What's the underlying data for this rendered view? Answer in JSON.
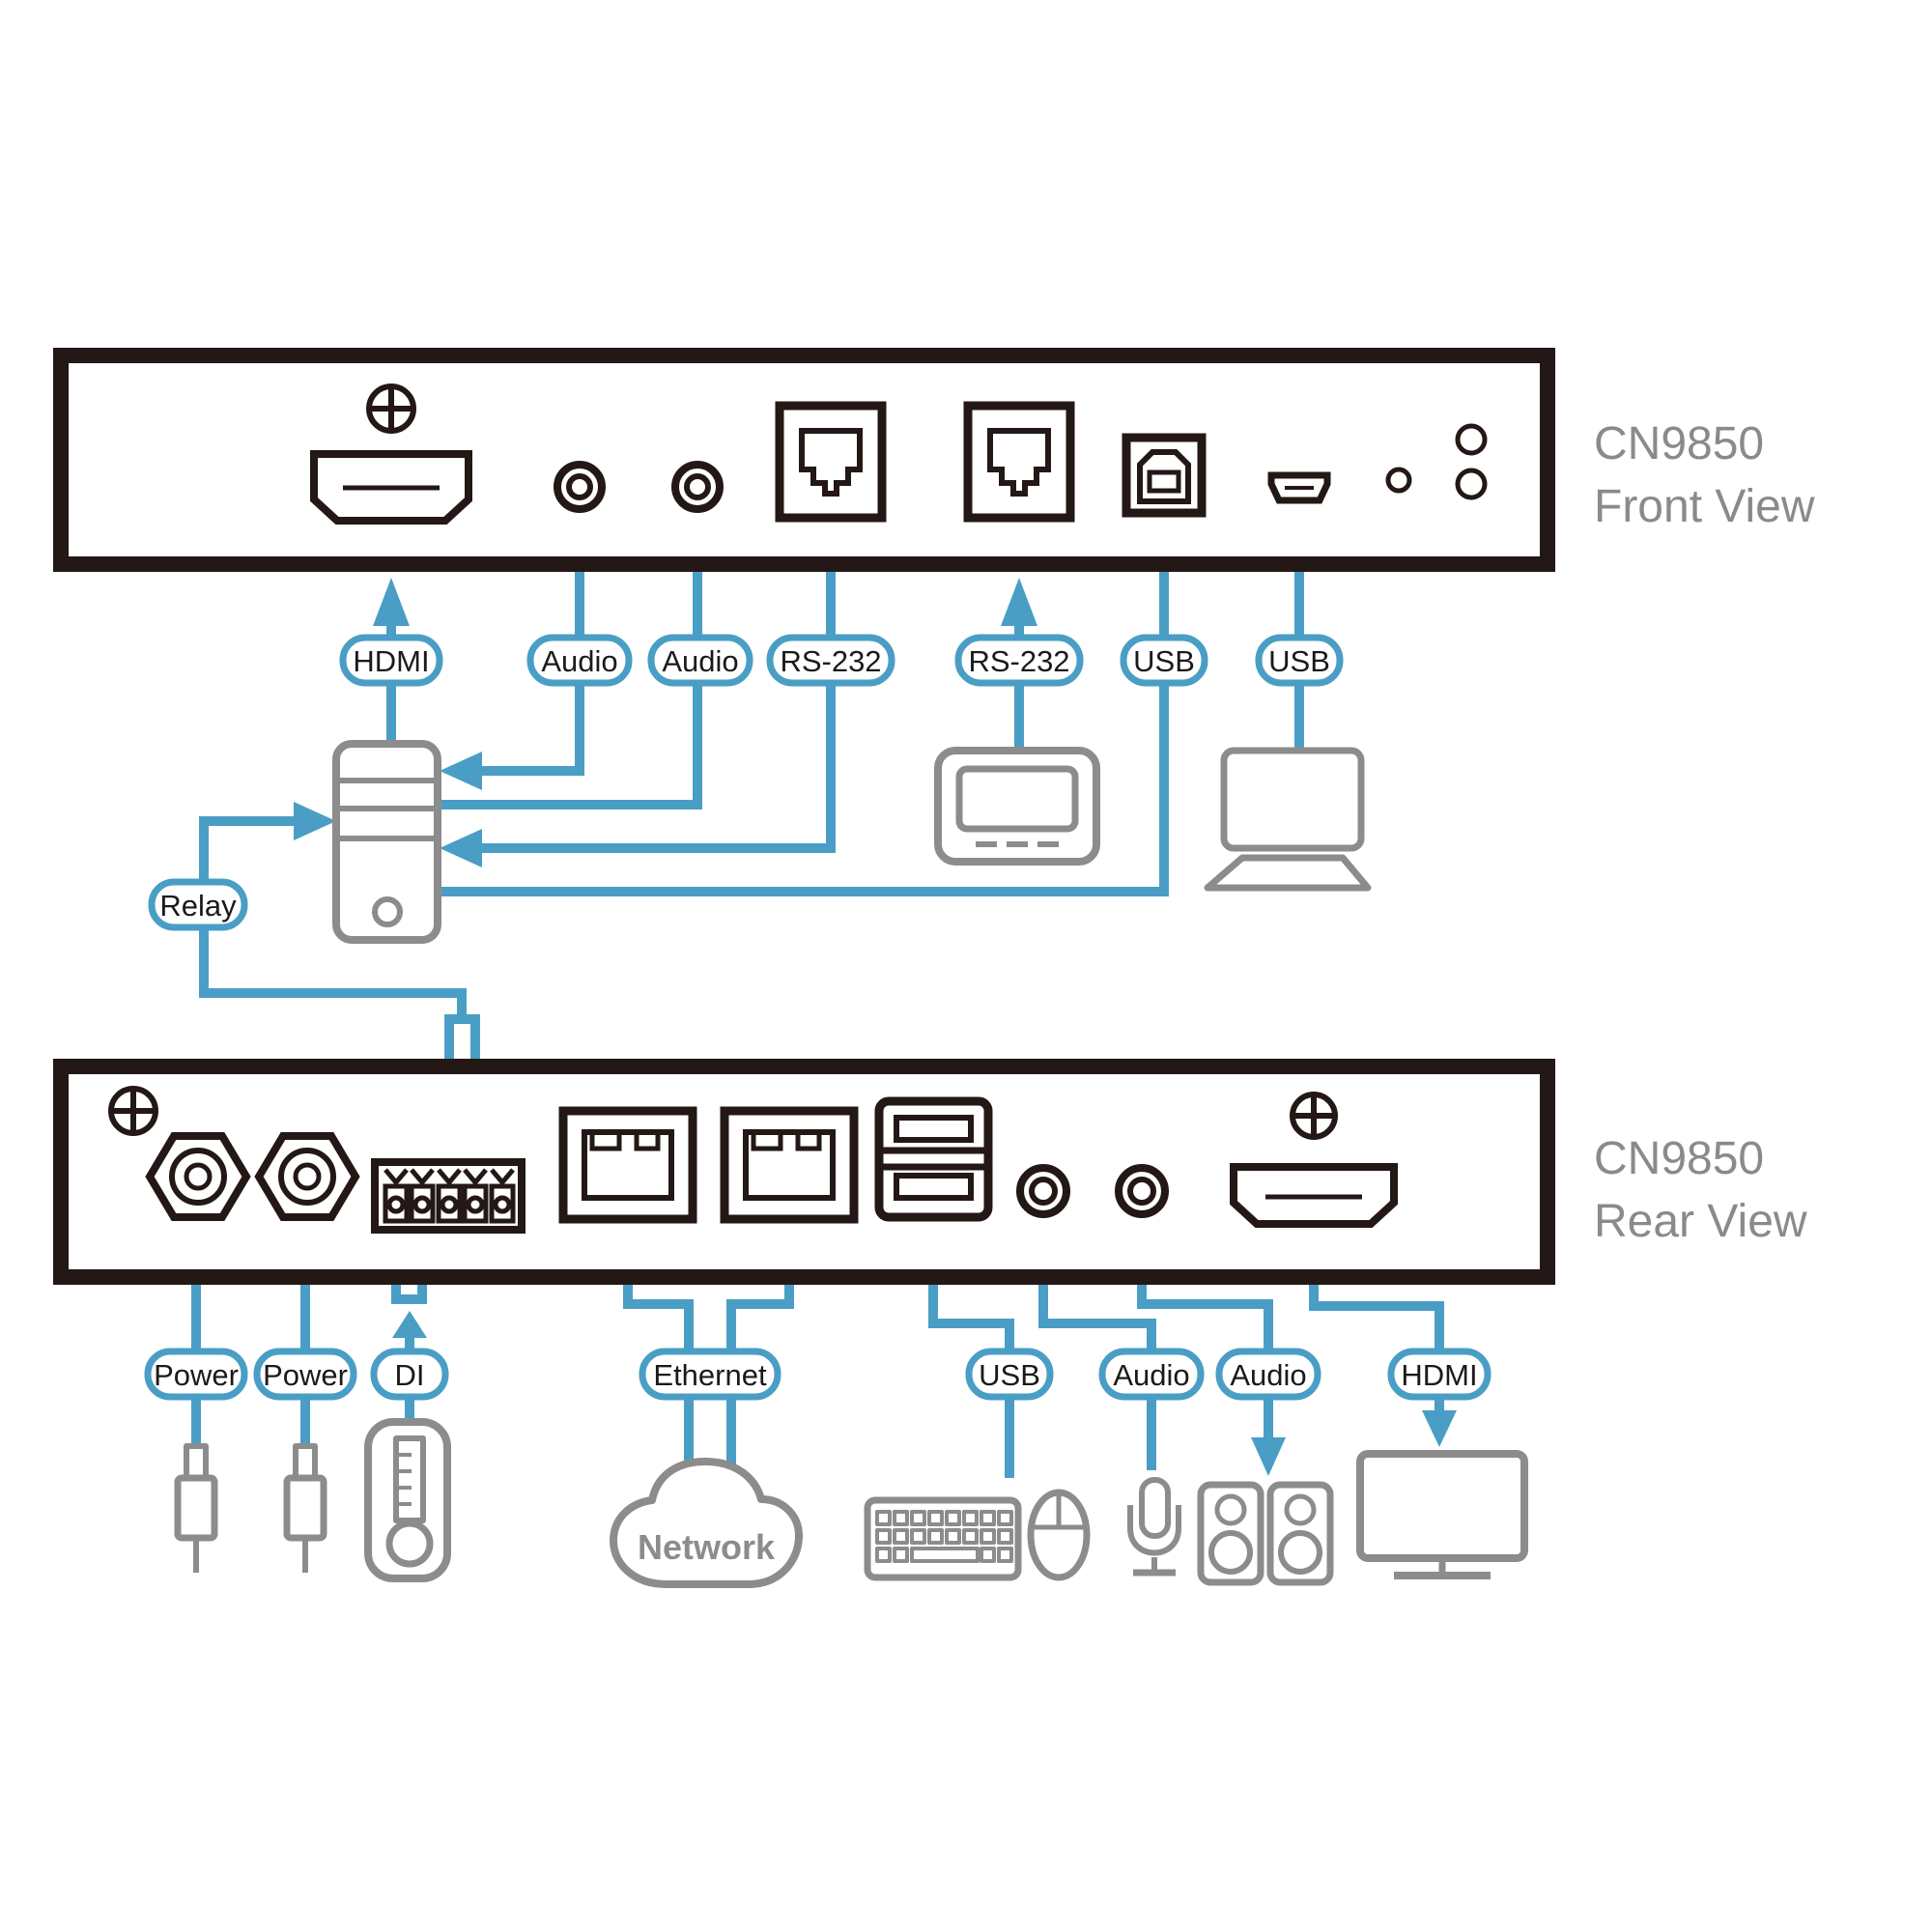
{
  "page": {
    "background": "#ffffff",
    "description_text": ""
  },
  "colors": {
    "accent": "#4A9EC5",
    "outline": "#231815",
    "device-gray": "#8C8C8C",
    "text-gray": "#8A8A8A"
  },
  "front": {
    "title_line1": "CN9850",
    "title_line2": "Front View",
    "labels": [
      "HDMI",
      "Audio",
      "Audio",
      "RS-232",
      "RS-232",
      "USB",
      "USB"
    ]
  },
  "rear": {
    "title_line1": "CN9850",
    "title_line2": "Rear View",
    "labels": [
      "Power",
      "Power",
      "DI",
      "Ethernet",
      "USB",
      "Audio",
      "Audio",
      "HDMI"
    ]
  },
  "middle": {
    "relay_label": "Relay"
  },
  "bottom": {
    "network_label": "Network"
  },
  "icons": {
    "screw-icon": "circle-with-cross",
    "hdmi-port-icon": "trapezoid-connector",
    "audio-jack-icon": "concentric-circles",
    "rj45-port-icon": "square-with-notched-inner",
    "usb-b-port-icon": "square-with-pentagon",
    "mini-usb-port-icon": "small-trapezoid",
    "led-icon": "small-circle",
    "pc-tower-icon": "rounded-rect-with-bays",
    "serial-terminal-icon": "rounded-rect-with-screen",
    "laptop-icon": "screen-with-keyboard-base",
    "power-plug-icon": "barrel-plug",
    "thermometer-icon": "thermometer-in-capsule",
    "network-cloud-icon": "cloud",
    "keyboard-icon": "key-grid",
    "mouse-icon": "oval-with-buttons",
    "microphone-icon": "capsule-on-stand",
    "speakers-icon": "two-boxes-with-drivers",
    "monitor-icon": "screen-on-stand",
    "power-jack-icon": "hexagon-with-circles",
    "terminal-block-icon": "five-pin-block",
    "usb-a-stack-icon": "two-stacked-slots",
    "arrow-icon": "triangle"
  }
}
